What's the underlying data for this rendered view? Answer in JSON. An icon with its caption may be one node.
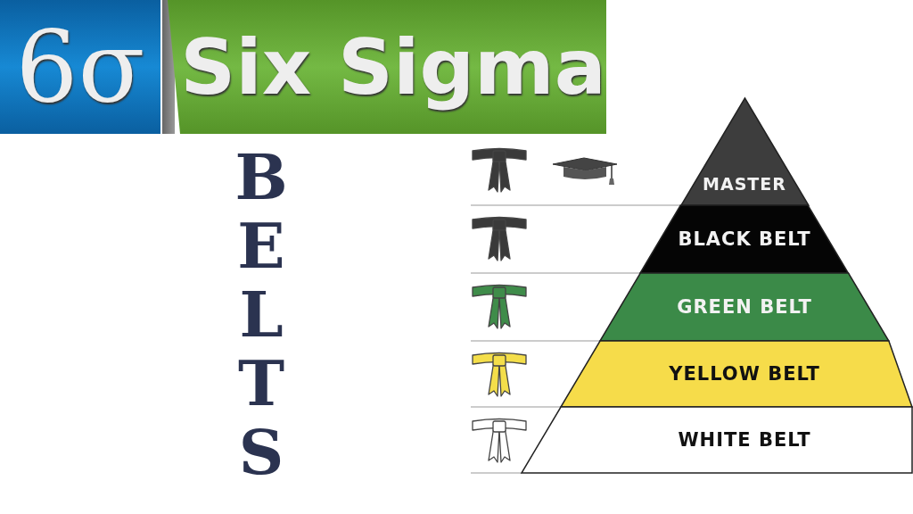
{
  "diagram": {
    "title": "Six Sigma",
    "nodes": [
      {
        "text": [
          "MASTER"
        ]
      },
      {
        "text": [
          "BLACK BELT"
        ]
      },
      {
        "text": [
          "GREEN BELT"
        ]
      },
      {
        "text": [
          "YELLOW BELT"
        ]
      },
      {
        "text": [
          "WHITE BELT"
        ]
      }
    ],
    "labels": [
      "6σ",
      "BELTS"
    ]
  }
}
